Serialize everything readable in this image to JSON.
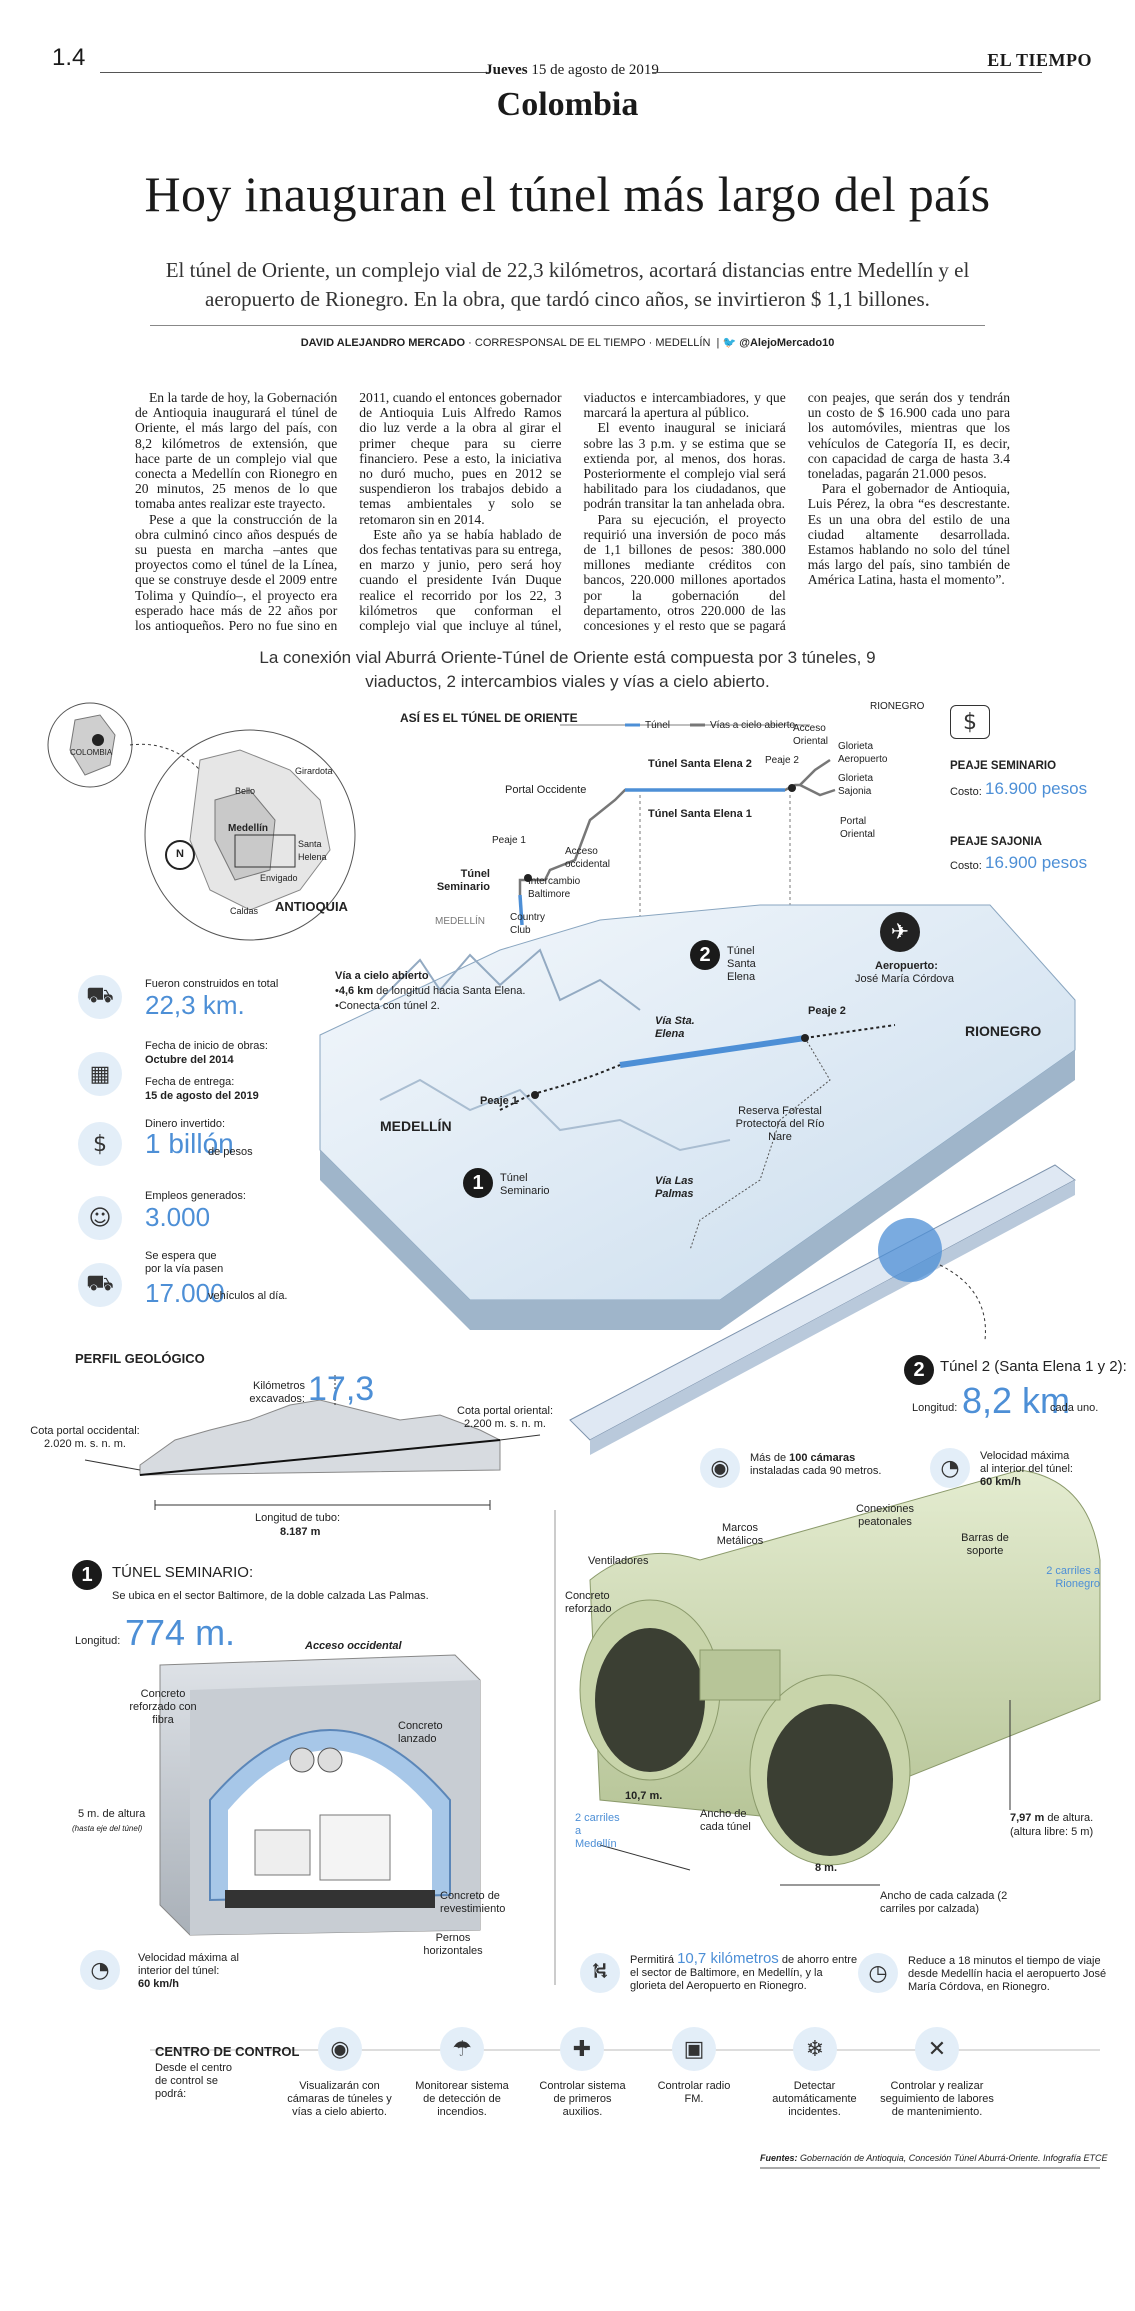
{
  "masthead": {
    "page_number": "1.4",
    "weekday": "Jueves",
    "date": "15 de agosto de 2019",
    "brand": "EL TIEMPO"
  },
  "section": "Colombia",
  "headline": "Hoy inauguran el túnel más largo del país",
  "deck": "El túnel de Oriente, un complejo vial de 22,3 kilómetros, acortará distancias entre Medellín y el aeropuerto de Rionegro. En la obra, que tardó cinco años, se invirtieron $ 1,1 billones.",
  "byline": {
    "author": "DAVID ALEJANDRO MERCADO",
    "role": " · CORRESPONSAL DE EL TIEMPO · MEDELLÍN",
    "handle": "@AlejoMercado10"
  },
  "article": [
    "En la tarde de hoy, la Gobernación de Antioquia inaugurará el túnel de Oriente, el más largo del país, con 8,2 kilómetros de extensión, que hace parte de un complejo vial que conecta a Medellín con Rionegro en 20 minutos, 25 menos de lo que tomaba antes realizar este trayecto.",
    "Pese a que la construcción de la obra culminó cinco años después de su puesta en marcha –antes que proyectos como el túnel de la Línea, que se construye desde el 2009 entre Tolima y Quindío–, el proyecto era esperado hace más de 22 años por los antioqueños. Pero no fue sino en 2011, cuando el entonces gobernador de Antioquia Luis Alfredo Ramos dio luz verde a la obra al girar el primer cheque para su cierre financiero. Pese a esto, la iniciativa no duró mucho, pues en 2012 se suspendieron los trabajos debido a temas ambientales y solo se retomaron sin en 2014.",
    "Este año ya se había hablado de dos fechas tentativas para su entrega, en marzo y junio, pero será hoy cuando el presidente Iván Duque realice el recorrido por los 22, 3 kilómetros que conforman el complejo vial que incluye al túnel, viaductos e intercambiadores, y que marcará la apertura al público.",
    "El evento inaugural se iniciará sobre las 3 p.m. y se estima que se extienda por, al menos, dos horas. Posteriormente el complejo vial será habilitado para los ciudadanos, que podrán transitar la tan anhelada obra.",
    "Para su ejecución, el proyecto requirió una inversión de poco más de 1,1 billones de pesos: 380.000 millones mediante créditos con bancos, 220.000 millones aportados por la gobernación del departamento, otros 220.000 de las concesiones y el resto que se pagará con peajes, que serán dos y tendrán un costo de $ 16.900 cada uno para los automóviles, mientras que los vehículos de Categoría II, es decir, con capacidad de carga de hasta 3.4 toneladas, pagarán 21.000 pesos.",
    "Para el gobernador de Antioquia, Luis Pérez, la obra “es descrestante. Es un una obra del estilo de una ciudad altamente desarrollada. Estamos hablando no solo del túnel más largo del país, sino también de América Latina, hasta el momento”."
  ],
  "intro": "La conexión vial Aburrá Oriente-Túnel de Oriente está compuesta por 3 túneles, 9 viaductos, 2 intercambios viales y vías a cielo abierto.",
  "map": {
    "colombia": "COLOMBIA",
    "antioquia": "ANTIOQUIA",
    "places": [
      "Girardota",
      "Bello",
      "Medellín",
      "Santa Helena",
      "Envigado",
      "Caldas"
    ],
    "north": "N"
  },
  "route": {
    "title": "ASÍ ES EL TÚNEL DE ORIENTE",
    "legend_tunnel": "Túnel",
    "legend_open": "Vías a cielo abierto",
    "labels": {
      "portal_occidente": "Portal Occidente",
      "tunel_se2": "Túnel Santa Elena 2",
      "tunel_se1": "Túnel Santa Elena 1",
      "acceso_oriental": "Acceso Oriental",
      "peaje2": "Peaje 2",
      "glorieta_aeropuerto": "Glorieta Aeropuerto",
      "glorieta_sajonia": "Glorieta Sajonia",
      "portal_oriental": "Portal Oriental",
      "peaje1": "Peaje 1",
      "acceso_occidental": "Acceso occidental",
      "tunel_seminario": "Túnel Seminario",
      "intercambio_baltimore": "Intercambio Baltimore",
      "country_club": "Country Club",
      "medellin": "MEDELLÍN",
      "rionegro": "RIONEGRO"
    }
  },
  "peajes": {
    "seminario_title": "PEAJE SEMINARIO",
    "seminario_cost_label": "Costo:",
    "seminario_cost": "16.900 pesos",
    "sajonia_title": "PEAJE SAJONIA",
    "sajonia_cost_label": "Costo:",
    "sajonia_cost": "16.900 pesos"
  },
  "stats": [
    {
      "icon": "road-icon",
      "glyph": "⛟",
      "pre": "Fueron construidos en total",
      "value": "22,3 km.",
      "post": ""
    },
    {
      "icon": "calendar-icon",
      "glyph": "▦",
      "pre": "Fecha de inicio de obras:",
      "value": "Octubre del 2014",
      "post": "Fecha de entrega:",
      "value2": "15 de agosto del 2019"
    },
    {
      "icon": "money-icon",
      "glyph": "$",
      "pre": "Dinero invertido:",
      "value": "1 billón",
      "post": "de pesos"
    },
    {
      "icon": "worker-icon",
      "glyph": "☺",
      "pre": "Empleos generados:",
      "value": "3.000",
      "post": ""
    },
    {
      "icon": "car-icon",
      "glyph": "⛟",
      "pre": "Se espera que por la vía pasen",
      "value": "17.000",
      "post": "vehículos al día."
    }
  ],
  "terrain": {
    "via_cielo_title": "Vía a cielo abierto",
    "via_cielo_1_value": "4,6 km",
    "via_cielo_1_text": "de longitud hacia Santa Elena.",
    "via_cielo_2": "Conecta con túnel 2.",
    "tunel_santa_elena": "Túnel Santa Elena",
    "via_sta_elena": "Vía Sta. Elena",
    "peaje1": "Peaje 1",
    "peaje2": "Peaje 2",
    "medellin": "MEDELLÍN",
    "rionegro": "RIONEGRO",
    "aeropuerto_title": "Aeropuerto:",
    "aeropuerto_name": "José María Córdova",
    "reserva": "Reserva Forestal Protectora del Río Nare",
    "via_las_palmas": "Vía Las Palmas",
    "tunel_seminario": "Túnel Seminario",
    "badge1": "1",
    "badge2": "2"
  },
  "perfil": {
    "title": "PERFIL GEOLÓGICO",
    "km_label": "Kilómetros excavados:",
    "km_value": "17,3",
    "cota_occ": "Cota portal occidental: 2.020 m. s. n. m.",
    "cota_or": "Cota portal oriental: 2.200 m. s. n. m.",
    "longitud_label": "Longitud de tubo:",
    "longitud_value": "8.187 m"
  },
  "tunel2": {
    "badge": "2",
    "title": "Túnel 2 (Santa Elena 1 y 2):",
    "longitud_label": "Longitud:",
    "longitud_value": "8,2 km",
    "longitud_unit": "cada uno.",
    "camaras_pre": "Más de",
    "camaras_value": "100 cámaras",
    "camaras_post": "instaladas cada 90 metros.",
    "velocidad_text": "Velocidad máxima al interior del túnel:",
    "velocidad_value": "60 km/h",
    "labels": {
      "ventiladores": "Ventiladores",
      "marcos": "Marcos Metálicos",
      "conexiones": "Conexiones peatonales",
      "barras": "Barras de soporte",
      "concreto": "Concreto reforzado",
      "carriles_rionegro": "2 carriles a Rionegro",
      "carriles_medellin": "2 carriles a Medellín",
      "ancho_tunel_value": "10,7 m.",
      "ancho_tunel": "Ancho de cada túnel",
      "altura_value": "7,97 m",
      "altura": "de altura.",
      "altura_libre": "(altura libre: 5 m)",
      "calzada_value": "8 m.",
      "calzada": "Ancho de cada calzada (2 carriles por calzada)"
    }
  },
  "tunel1": {
    "badge": "1",
    "title": "TÚNEL SEMINARIO:",
    "subtitle": "Se ubica en el sector Baltimore, de la doble calzada Las Palmas.",
    "longitud_label": "Longitud:",
    "longitud_value": "774 m.",
    "acceso": "Acceso occidental",
    "labels": {
      "concreto_fibra": "Concreto reforzado con fibra",
      "concreto_lanzado": "Concreto lanzado",
      "altura": "5 m. de altura",
      "altura_note": "(hasta eje del túnel)",
      "revestimiento": "Concreto de revestimiento",
      "pernos": "Pernos horizontales"
    },
    "velocidad_text": "Velocidad máxima al interior del túnel:",
    "velocidad_value": "60 km/h"
  },
  "beneficios": [
    {
      "pre": "Permitirá",
      "value": "10,7 kilómetros",
      "post": "de ahorro entre el sector de Baltimore, en Medellín, y la glorieta del Aeropuerto en Rionegro."
    },
    {
      "pre": "",
      "value": "",
      "post": "Reduce a 18 minutos el tiempo de viaje desde Medellín hacia el aeropuerto José María Córdova, en Rionegro."
    }
  ],
  "control": {
    "title": "CENTRO DE CONTROL",
    "subtitle": "Desde el centro de control se podrá:",
    "items": [
      {
        "icon": "camera-icon",
        "glyph": "◉",
        "text": "Visualizarán con cámaras de túneles y vías a cielo abierto."
      },
      {
        "icon": "sprinkler-icon",
        "glyph": "☂",
        "text": "Monitorear sistema de detección de incendios."
      },
      {
        "icon": "firstaid-icon",
        "glyph": "✚",
        "text": "Controlar sistema de primeros auxilios."
      },
      {
        "icon": "radio-icon",
        "glyph": "▣",
        "text": "Controlar radio FM."
      },
      {
        "icon": "snowflake-icon",
        "glyph": "❄",
        "text": "Detectar automáticamente incidentes."
      },
      {
        "icon": "tools-icon",
        "glyph": "✕",
        "text": "Controlar y realizar seguimiento de labores de mantenimiento."
      }
    ]
  },
  "footer": {
    "label": "Fuentes:",
    "text": "Gobernación de Antioquia, Concesión Túnel Aburrá-Oriente. Infografía ETCE"
  }
}
